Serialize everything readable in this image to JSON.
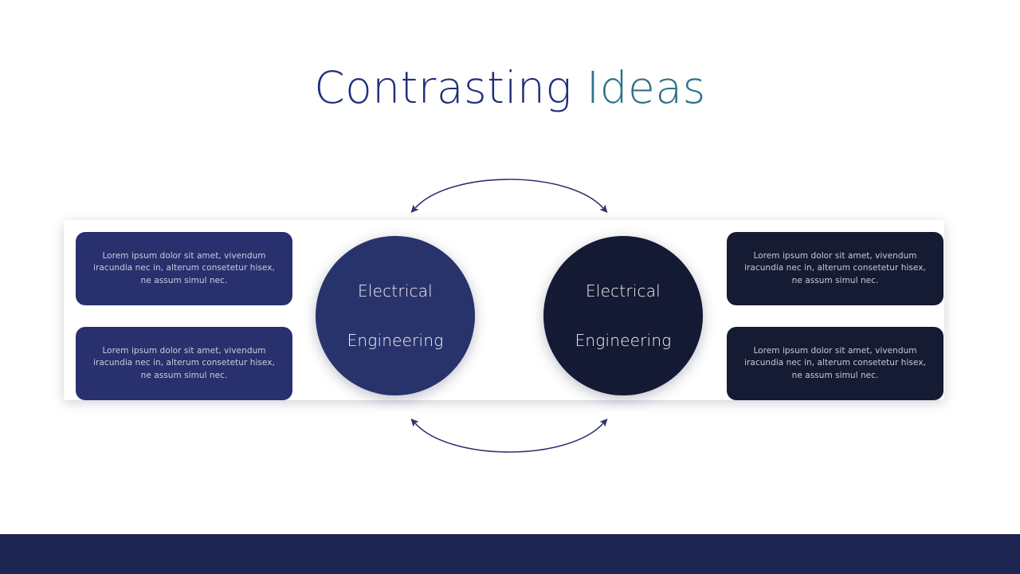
{
  "slide": {
    "background_color": "#ffffff",
    "title": {
      "main": "Contrasting",
      "accent": " Ideas",
      "main_color": "#1f2f7a",
      "accent_color": "#2d7189"
    },
    "footer": {
      "color": "#1d2552"
    }
  },
  "circles": [
    {
      "id": "left",
      "label_line1": "Electrical",
      "label_line2": "Engineering",
      "fill": "#29336b",
      "text_color": "#f2f3f7"
    },
    {
      "id": "right",
      "label_line1": "Electrical",
      "label_line2": "Engineering",
      "fill": "#141a33",
      "text_color": "#f2f3f7"
    }
  ],
  "boxes": {
    "left_top": {
      "text": "Lorem ipsum dolor sit amet, vivendum iracundia nec in, alterum consetetur hisex, ne assum simul nec.",
      "fill": "#28306d"
    },
    "left_bottom": {
      "text": "Lorem ipsum dolor sit amet, vivendum iracundia nec in, alterum consetetur hisex, ne assum simul nec.",
      "fill": "#28306d"
    },
    "right_top": {
      "text": "Lorem ipsum dolor sit amet, vivendum iracundia nec in, alterum consetetur hisex, ne assum simul nec.",
      "fill": "#151b33"
    },
    "right_bottom": {
      "text": "Lorem ipsum dolor sit amet, vivendum iracundia nec in, alterum consetetur hisex, ne assum simul nec.",
      "fill": "#151b33"
    }
  },
  "arrows": {
    "color": "#2a3470",
    "top": "double-headed-arc-up",
    "bottom": "double-headed-arc-down"
  }
}
